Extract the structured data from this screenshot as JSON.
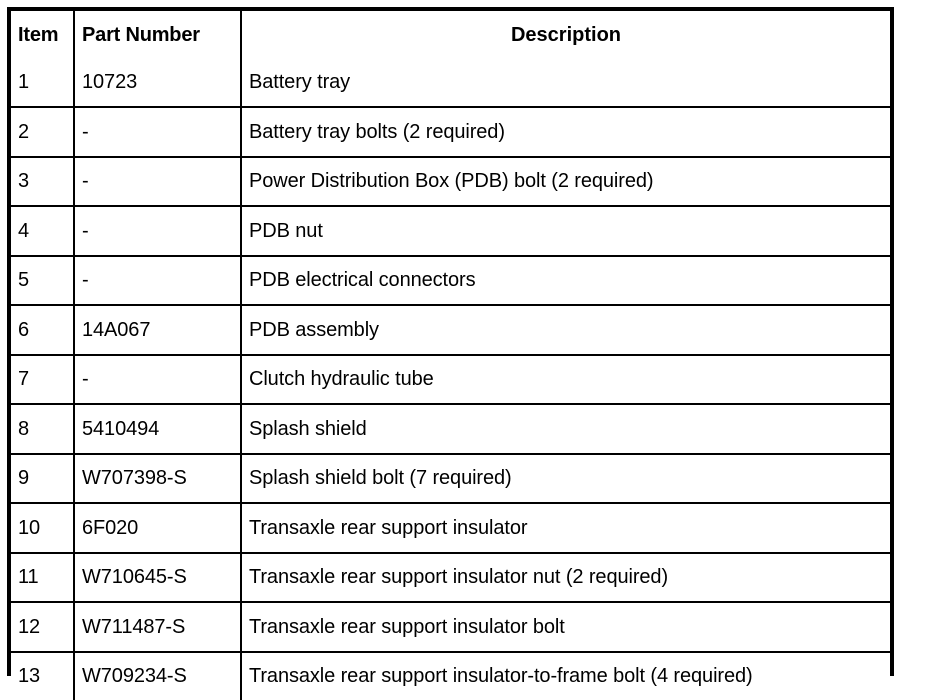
{
  "table": {
    "columns": [
      {
        "key": "item",
        "label": "Item",
        "align": "left"
      },
      {
        "key": "part_number",
        "label": "Part Number",
        "align": "left"
      },
      {
        "key": "description",
        "label": "Description",
        "align": "center"
      }
    ],
    "rows": [
      {
        "item": "1",
        "part_number": "10723",
        "description": "Battery tray"
      },
      {
        "item": "2",
        "part_number": "-",
        "description": "Battery tray bolts (2 required)"
      },
      {
        "item": "3",
        "part_number": "-",
        "description": "Power Distribution Box (PDB) bolt (2 required)"
      },
      {
        "item": "4",
        "part_number": "-",
        "description": "PDB nut"
      },
      {
        "item": "5",
        "part_number": "-",
        "description": "PDB electrical connectors"
      },
      {
        "item": "6",
        "part_number": "14A067",
        "description": "PDB assembly"
      },
      {
        "item": "7",
        "part_number": "-",
        "description": "Clutch hydraulic tube"
      },
      {
        "item": "8",
        "part_number": "5410494",
        "description": "Splash shield"
      },
      {
        "item": "9",
        "part_number": "W707398-S",
        "description": "Splash shield bolt (7 required)"
      },
      {
        "item": "10",
        "part_number": "6F020",
        "description": "Transaxle rear support insulator"
      },
      {
        "item": "11",
        "part_number": "W710645-S",
        "description": "Transaxle rear support insulator nut (2 required)"
      },
      {
        "item": "12",
        "part_number": "W711487-S",
        "description": "Transaxle rear support insulator bolt"
      },
      {
        "item": "13",
        "part_number": "W709234-S",
        "description": "Transaxle rear support insulator-to-frame bolt (4 required)"
      }
    ]
  },
  "style": {
    "border_color": "#000000",
    "background_color": "#ffffff",
    "text_color": "#000000"
  }
}
